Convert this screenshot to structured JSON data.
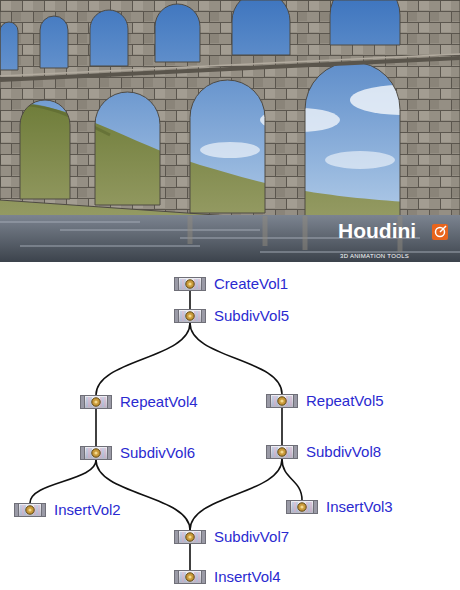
{
  "diagram": {
    "nodes": [
      {
        "text": [
          "CreateVol1"
        ]
      },
      {
        "text": [
          "SubdivVol5"
        ]
      },
      {
        "text": [
          "RepeatVol4"
        ]
      },
      {
        "text": [
          "RepeatVol5"
        ]
      },
      {
        "text": [
          "SubdivVol6"
        ]
      },
      {
        "text": [
          "SubdivVol8"
        ]
      },
      {
        "text": [
          "InsertVol2"
        ]
      },
      {
        "text": [
          "InsertVol3"
        ]
      },
      {
        "text": [
          "SubdivVol7"
        ]
      },
      {
        "text": [
          "InsertVol4"
        ]
      }
    ],
    "edges": [
      {
        "from": 0,
        "to": 1,
        "arrow": "none"
      },
      {
        "from": 1,
        "to": 2,
        "arrow": "none"
      },
      {
        "from": 1,
        "to": 3,
        "arrow": "none"
      },
      {
        "from": 2,
        "to": 4,
        "arrow": "none"
      },
      {
        "from": 3,
        "to": 5,
        "arrow": "none"
      },
      {
        "from": 4,
        "to": 6,
        "arrow": "none"
      },
      {
        "from": 4,
        "to": 8,
        "arrow": "none"
      },
      {
        "from": 5,
        "to": 8,
        "arrow": "none"
      },
      {
        "from": 5,
        "to": 7,
        "arrow": "none"
      },
      {
        "from": 8,
        "to": 9,
        "arrow": "none"
      }
    ],
    "labels": [
      "Houdini",
      "3D ANIMATION TOOLS"
    ]
  }
}
